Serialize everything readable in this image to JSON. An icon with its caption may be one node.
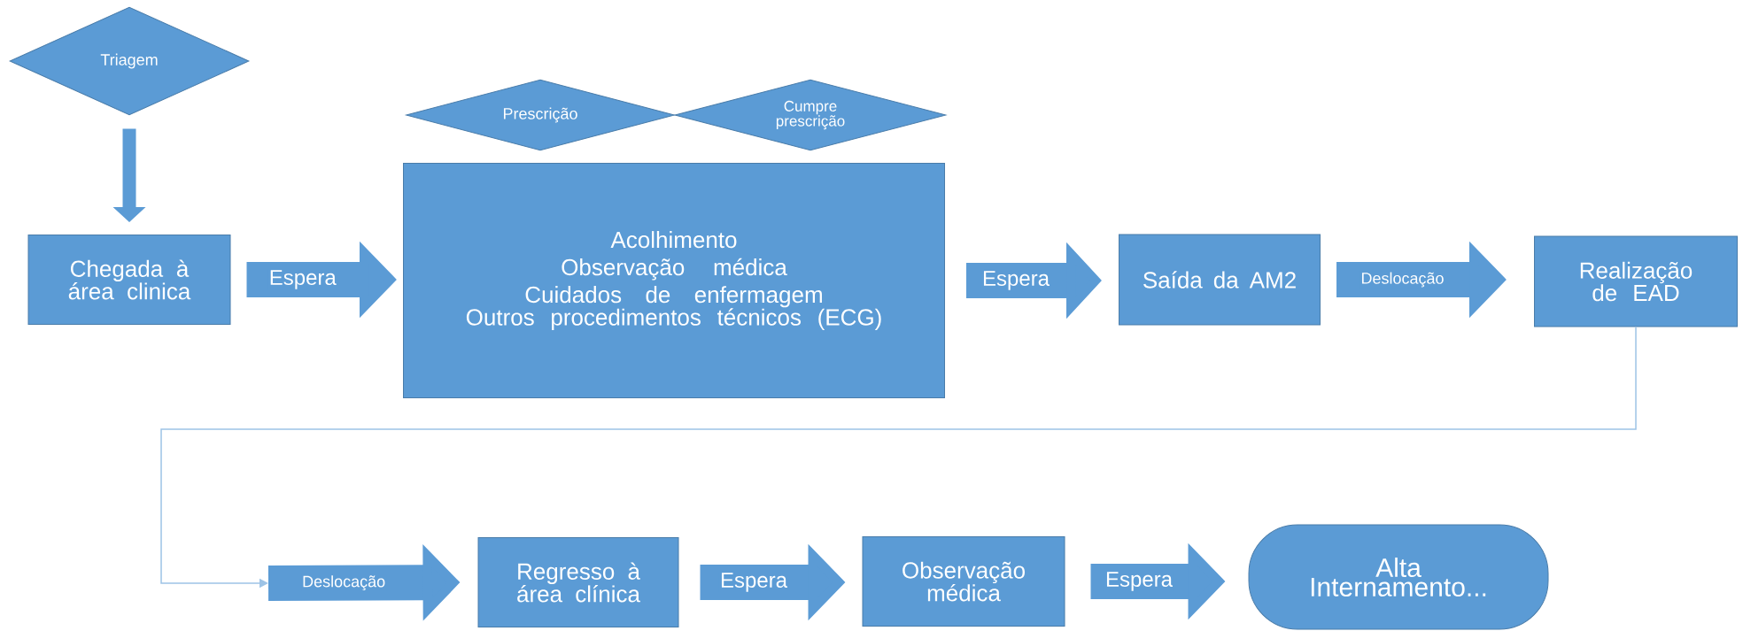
{
  "diagram": {
    "nodes": [
      {
        "text": [
          "Triagem"
        ]
      },
      {
        "text": [
          "Prescrição"
        ]
      },
      {
        "text": [
          "Cumpre prescrição"
        ]
      },
      {
        "text": [
          "Chegada à área clinica"
        ]
      },
      {
        "text": [
          "Acolhimento",
          "Observação médica",
          "Cuidados de enfermagem",
          "Outros procedimentos técnicos (ECG)"
        ]
      },
      {
        "text": [
          "Saída da AM2"
        ]
      },
      {
        "text": [
          "Realização de EAD"
        ]
      },
      {
        "text": [
          "Regresso à área clínica"
        ]
      },
      {
        "text": [
          "Observação médica"
        ]
      },
      {
        "text": [
          "Alta Internamento..."
        ]
      }
    ],
    "edges": [
      {
        "from": 0,
        "to": 3,
        "arrow": "to"
      },
      {
        "from": 3,
        "to": 4,
        "arrow": "to",
        "label": "Espera"
      },
      {
        "from": 4,
        "to": 5,
        "arrow": "to",
        "label": "Espera"
      },
      {
        "from": 5,
        "to": 6,
        "arrow": "to",
        "label": "Deslocação"
      },
      {
        "from": 6,
        "to": 7,
        "arrow": "to",
        "label": "Deslocação"
      },
      {
        "from": 7,
        "to": 8,
        "arrow": "to",
        "label": "Espera"
      },
      {
        "from": 8,
        "to": 9,
        "arrow": "to",
        "label": "Espera"
      }
    ]
  }
}
